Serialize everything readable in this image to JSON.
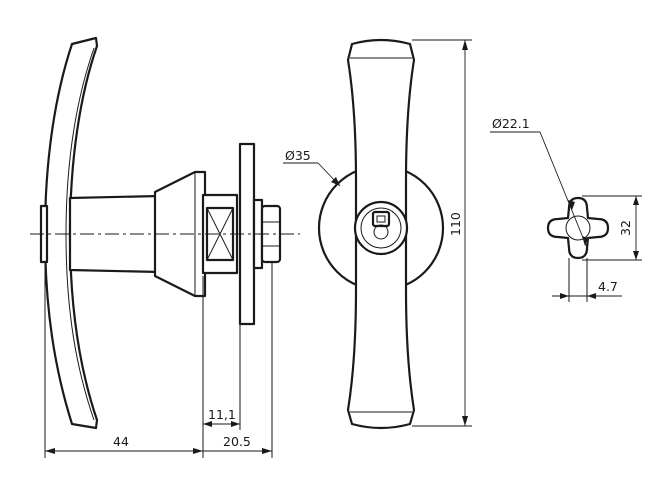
{
  "dimensions": {
    "d_handle_overall_length": "44",
    "d_base_offset": "20.5",
    "d_flange_offset": "11,1",
    "d_rose_diameter": "Ø35",
    "d_handle_height": "110",
    "d_star_outer_diameter": "Ø22.1",
    "d_star_height": "32",
    "d_star_tip_width": "4.7"
  }
}
